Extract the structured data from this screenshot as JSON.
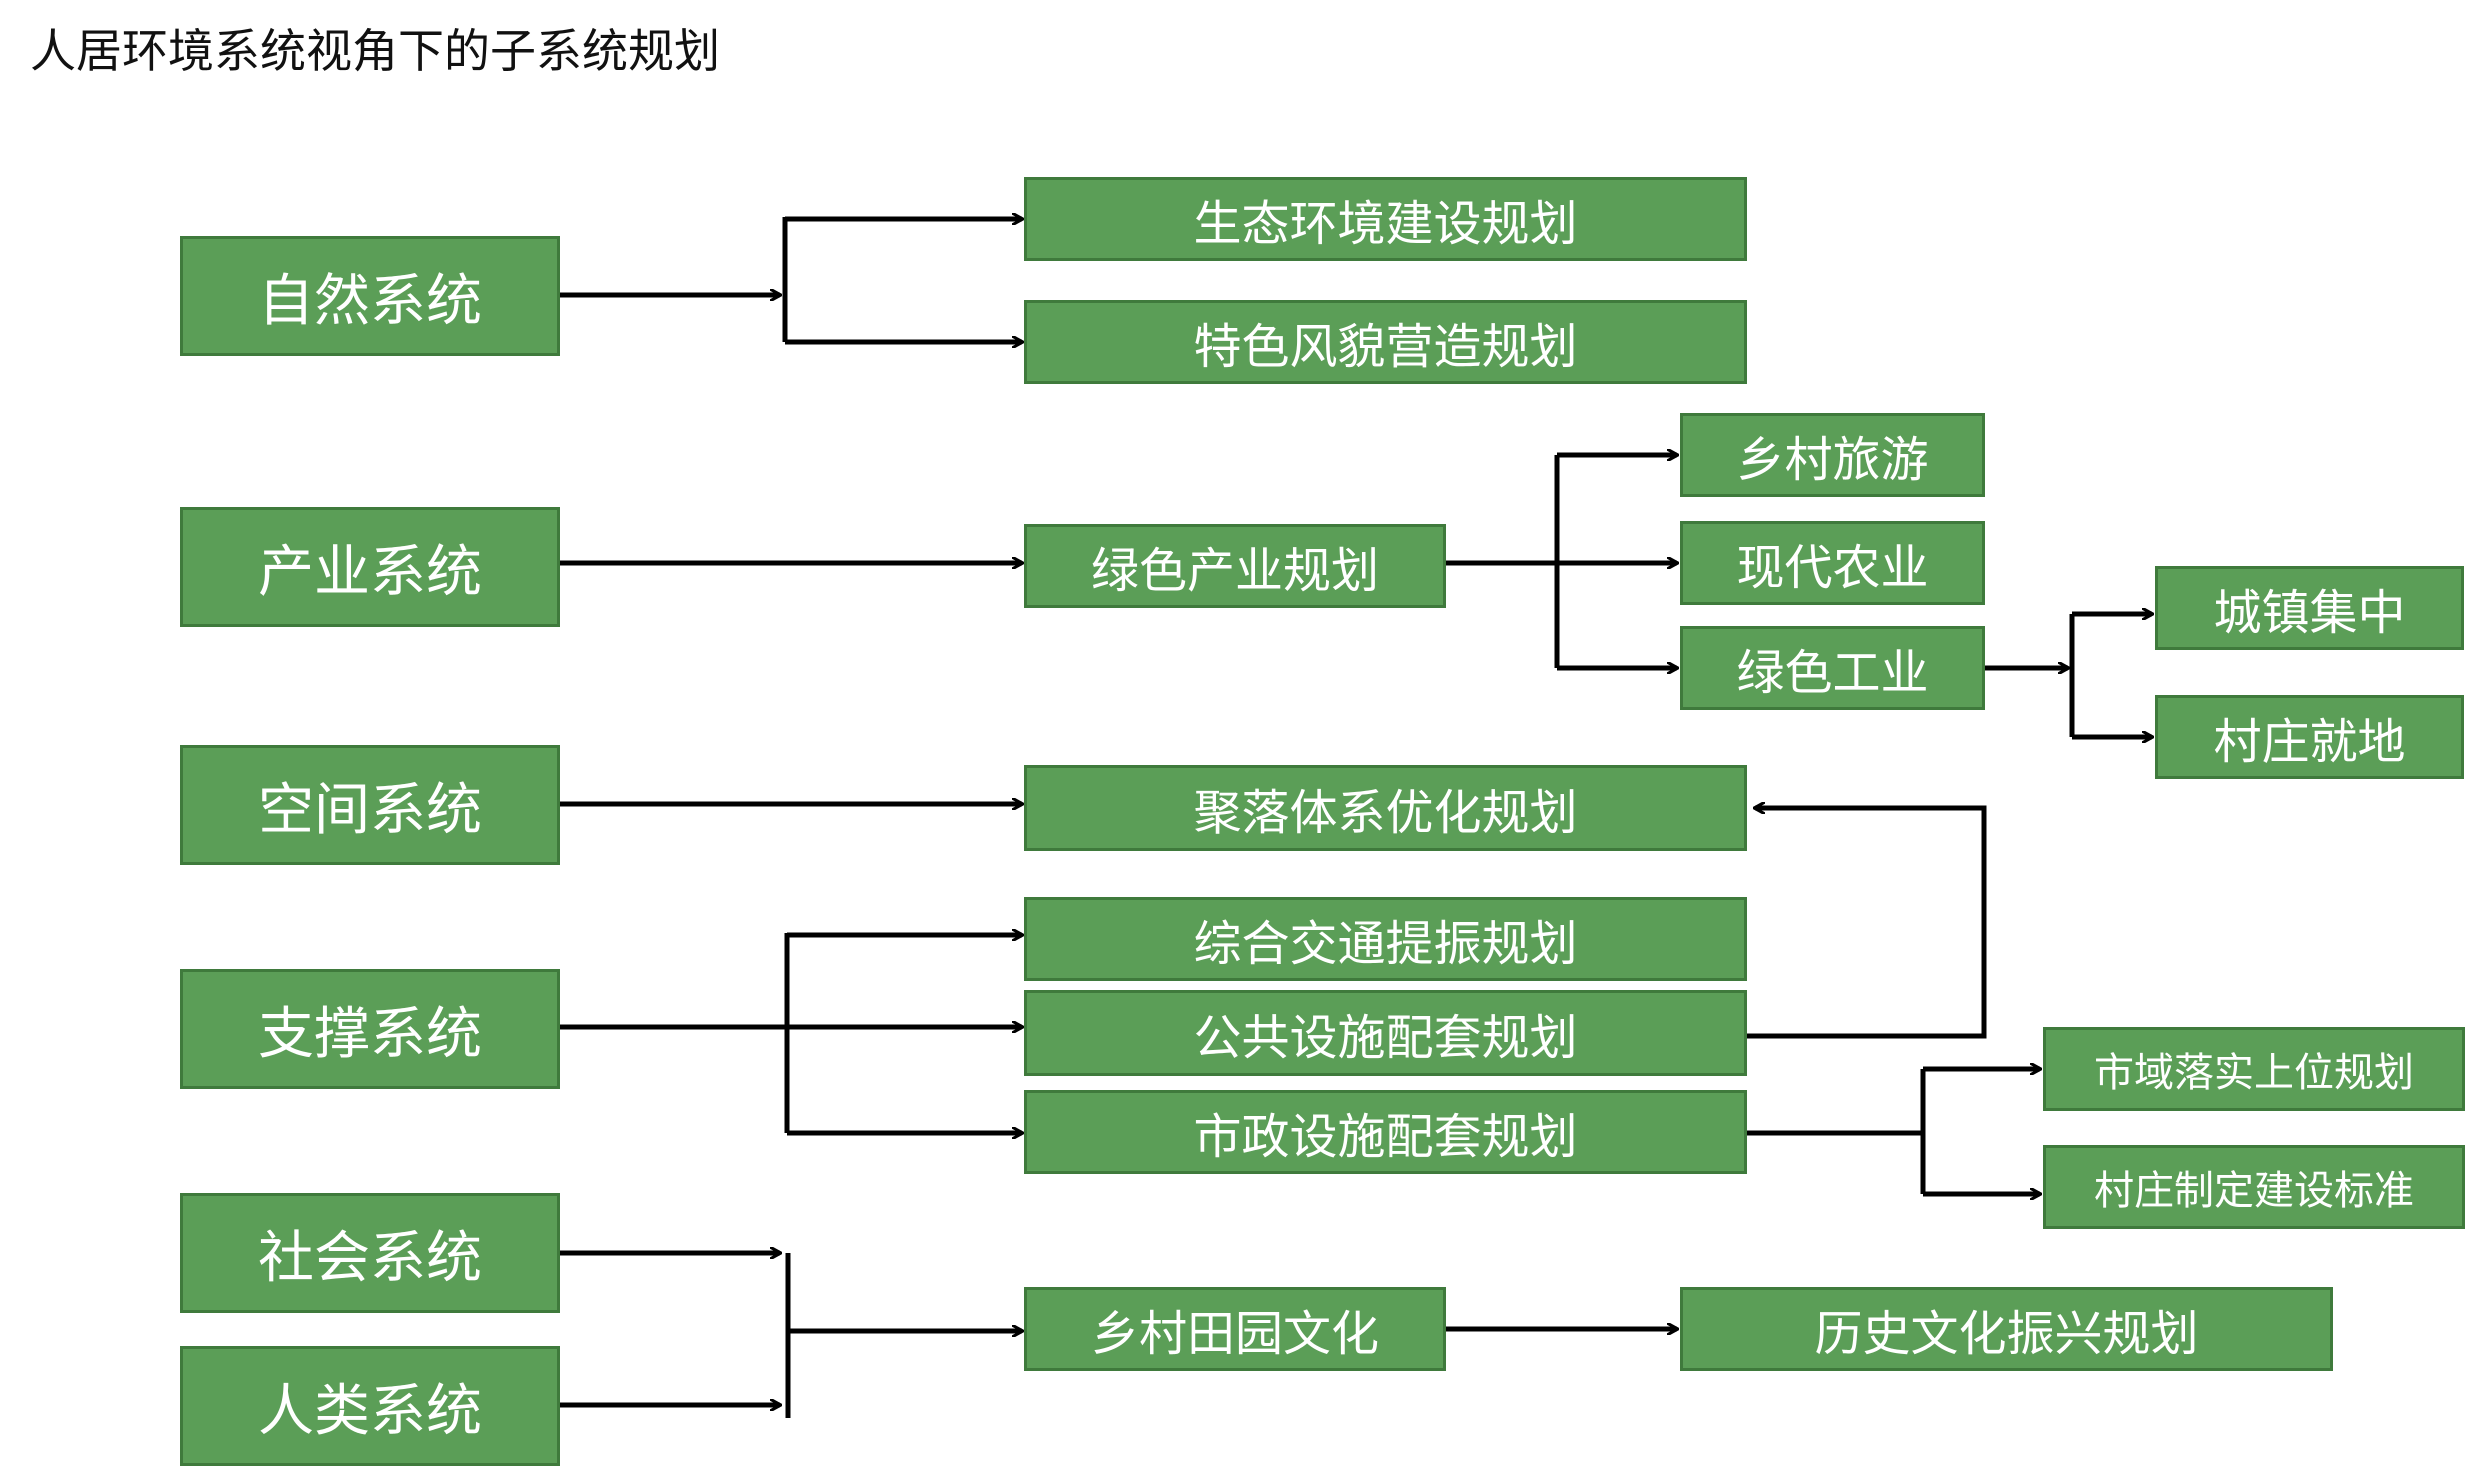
{
  "title": "人居环境系统视角下的子系统规划",
  "systems": {
    "natural": "自然系统",
    "industry": "产业系统",
    "space": "空间系统",
    "support": "支撑系统",
    "social": "社会系统",
    "human": "人类系统"
  },
  "plans": {
    "eco": "生态环境建设规划",
    "feature": "特色风貌营造规划",
    "green_industry": "绿色产业规划",
    "settlement": "聚落体系优化规划",
    "traffic": "综合交通提振规划",
    "public": "公共设施配套规划",
    "municipal": "市政设施配套规划",
    "rural_culture": "乡村田园文化"
  },
  "sub": {
    "tourism": "乡村旅游",
    "modern_agri": "现代农业",
    "green_ind": "绿色工业",
    "town": "城镇集中",
    "village": "村庄就地",
    "city_impl": "市域落实上位规划",
    "village_std": "村庄制定建设标准",
    "history": "历史文化振兴规划"
  }
}
